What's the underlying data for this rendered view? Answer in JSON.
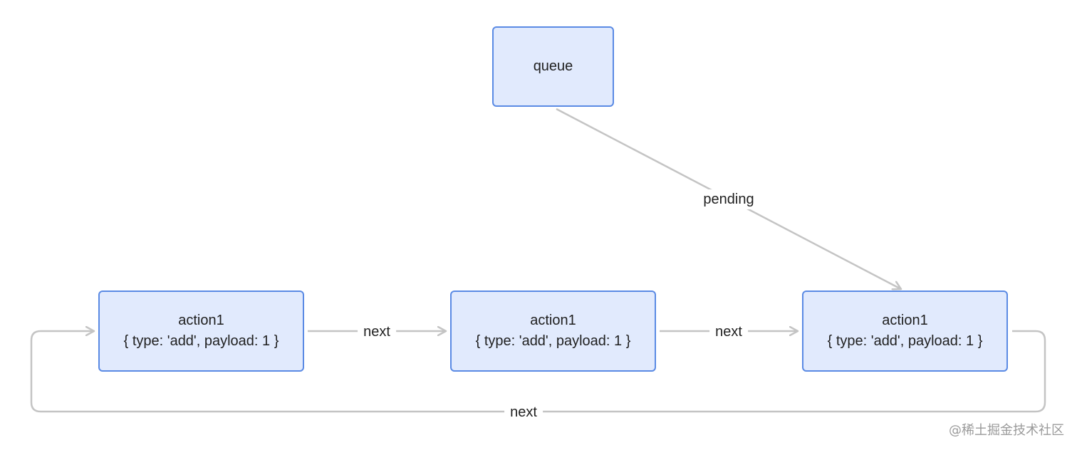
{
  "nodes": {
    "queue": {
      "label": "queue"
    },
    "actions": [
      {
        "title": "action1",
        "body": "{ type: 'add', payload: 1 }"
      },
      {
        "title": "action1",
        "body": "{ type: 'add', payload: 1 }"
      },
      {
        "title": "action1",
        "body": "{ type: 'add', payload: 1 }"
      }
    ]
  },
  "edges": {
    "pending": "pending",
    "next_1_to_2": "next",
    "next_2_to_3": "next",
    "next_3_to_1": "next"
  },
  "watermark": "@稀土掘金技术社区",
  "colors": {
    "node_fill": "#e1eafd",
    "node_border": "#5a8ae4",
    "edge": "#c4c4c4",
    "text": "#1f1f1f"
  }
}
